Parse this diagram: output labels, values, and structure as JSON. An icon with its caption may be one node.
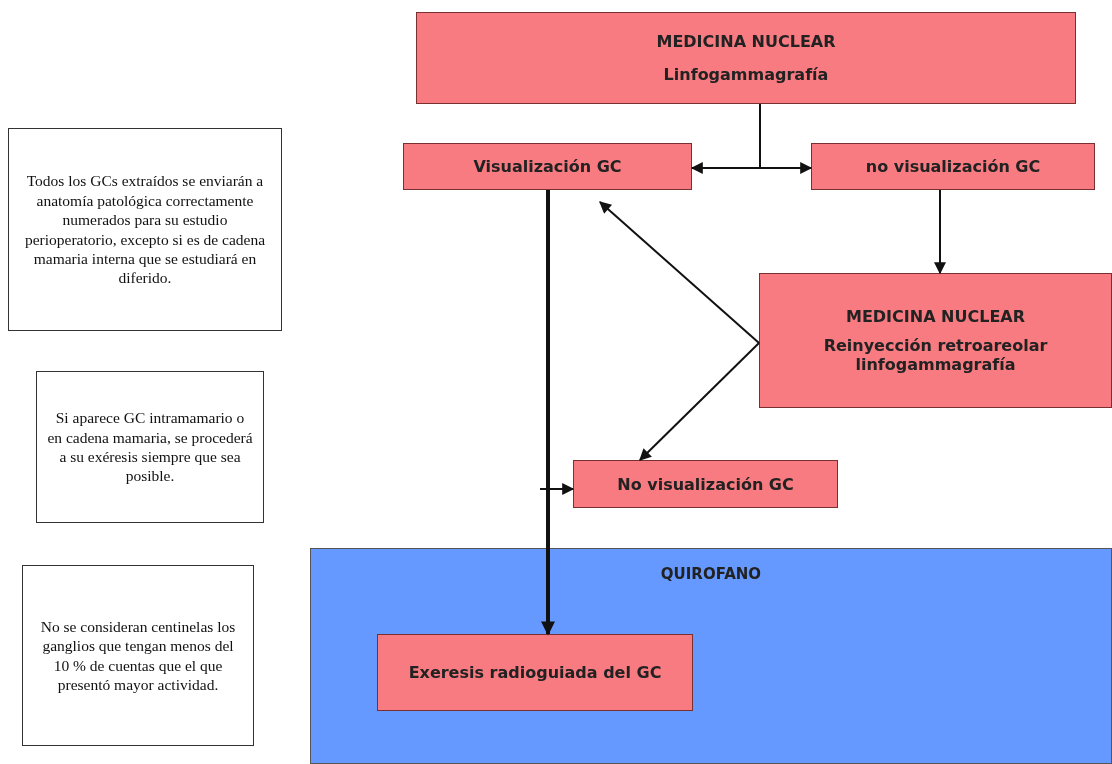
{
  "diagram": {
    "nodes": [
      {
        "text": [
          "MEDICINA NUCLEAR",
          "Linfogammagrafía"
        ]
      },
      {
        "text": [
          "Visualización GC"
        ]
      },
      {
        "text": [
          "no visualización GC"
        ]
      },
      {
        "text": [
          "MEDICINA NUCLEAR",
          "Reinyección retroareolar linfogammagrafía"
        ]
      },
      {
        "text": [
          "No visualización GC"
        ]
      },
      {
        "text": [
          "QUIROFANO"
        ]
      },
      {
        "text": [
          "Exeresis radioguiada del GC"
        ],
        "in": 5
      },
      {
        "text": [
          "Todos los GCs extraídos se enviarán a anatomía patológica correctamente numerados para su estudio perioperatorio, excepto si es de cadena mamaria interna que se estudiará en diferido."
        ]
      },
      {
        "text": [
          "Si aparece GC intramamario o en cadena mamaria, se procederá a su exéresis siempre que sea posible."
        ]
      },
      {
        "text": [
          "No se consideran centinelas los ganglios que tengan menos del 10 % de cuentas que el que presentó mayor actividad."
        ]
      }
    ],
    "edges": [
      {
        "from": 0,
        "to": 1,
        "arrow": "to"
      },
      {
        "from": 0,
        "to": 2,
        "arrow": "to"
      },
      {
        "from": 2,
        "to": 3,
        "arrow": "to"
      },
      {
        "from": 3,
        "to": 1,
        "arrow": "to"
      },
      {
        "from": 3,
        "to": 4,
        "arrow": "to"
      },
      {
        "from": 1,
        "to": 6,
        "arrow": "to",
        "style": "thick"
      },
      {
        "from": null,
        "to": 4,
        "arrow": "to"
      }
    ]
  }
}
